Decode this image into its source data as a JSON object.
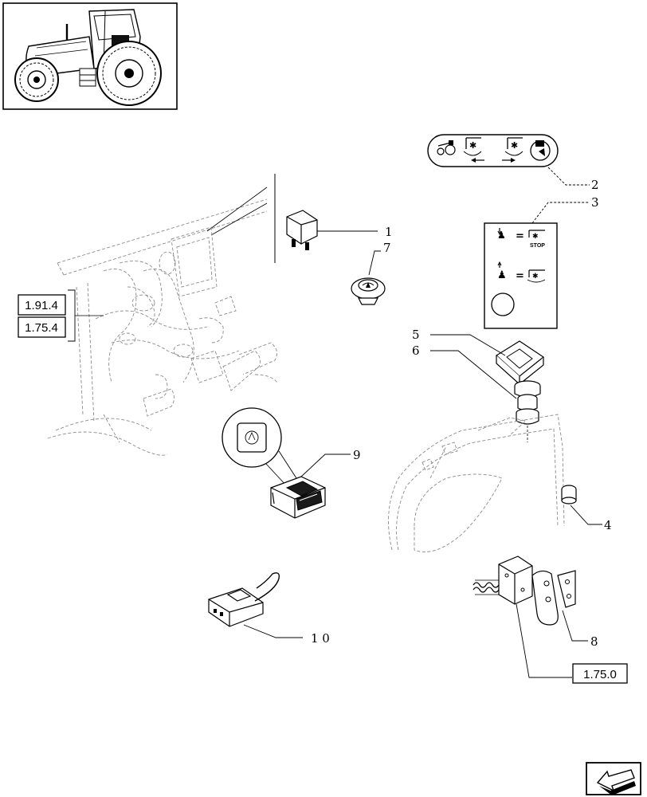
{
  "callouts": [
    {
      "id": "1",
      "text": "1"
    },
    {
      "id": "2",
      "text": "2"
    },
    {
      "id": "3",
      "text": "3"
    },
    {
      "id": "4",
      "text": "4"
    },
    {
      "id": "5",
      "text": "5"
    },
    {
      "id": "6",
      "text": "6"
    },
    {
      "id": "7",
      "text": "7"
    },
    {
      "id": "8",
      "text": "8"
    },
    {
      "id": "9",
      "text": "9"
    },
    {
      "id": "10",
      "text": "1 0"
    }
  ],
  "references": [
    {
      "id": "ref-1-91-4",
      "text": "1.91.4"
    },
    {
      "id": "ref-1-75-4",
      "text": "1.75.4"
    },
    {
      "id": "ref-1-75-0",
      "text": "1.75.0"
    }
  ],
  "decal": {
    "stop_label": "STOP"
  },
  "icons": {
    "thumbnail": "tractor-thumbnail-icon",
    "nav_arrow": "previous-page-arrow-icon",
    "decal_2": "pto-control-decal-icon",
    "decal_3": "pto-stop-decal-icon"
  },
  "colors": {
    "line": "#000000",
    "ghost_line": "#8a8a8a",
    "background": "#ffffff"
  }
}
